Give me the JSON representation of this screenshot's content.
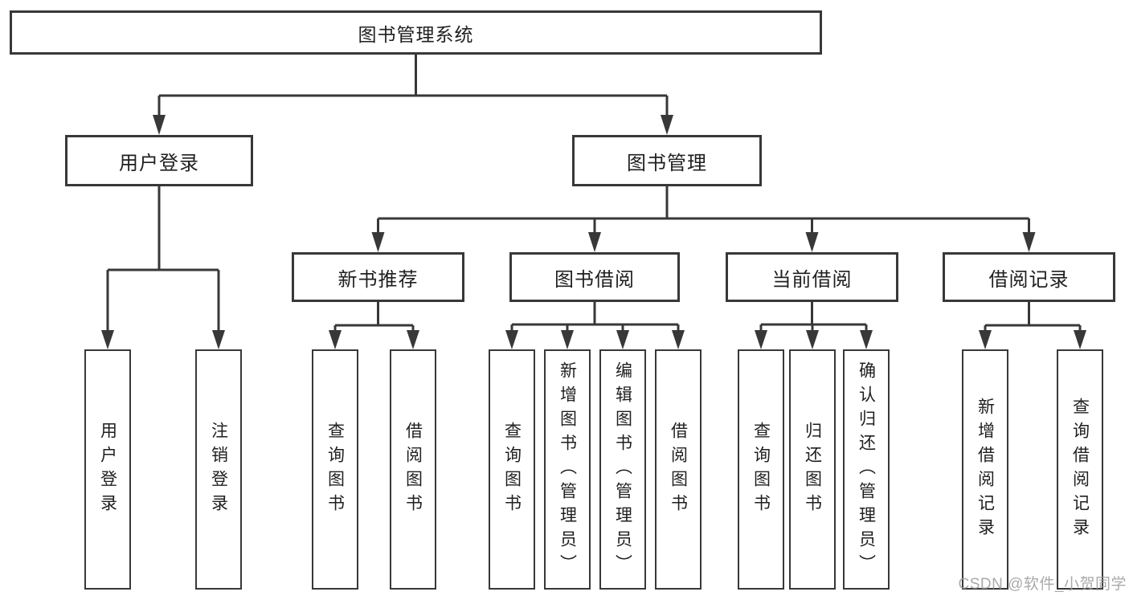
{
  "nodes": {
    "root": "图书管理系统",
    "level2": [
      "用户登录",
      "图书管理"
    ],
    "level3": [
      "新书推荐",
      "图书借阅",
      "当前借阅",
      "借阅记录"
    ],
    "leaves": {
      "user_login": [
        "用户登录",
        "注销登录"
      ],
      "new_book": [
        "查询图书",
        "借阅图书"
      ],
      "book_borrow": [
        "查询图书",
        "新增图书（管理员）",
        "编辑图书（管理员）",
        "借阅图书"
      ],
      "current_borrow": [
        "查询图书",
        "归还图书",
        "确认归还（管理员）"
      ],
      "borrow_records": [
        "新增借阅记录",
        "查询借阅记录"
      ]
    }
  },
  "watermark": "CSDN @软件_小贺同学",
  "colors": {
    "line": "#383838",
    "text": "#1f1f1f",
    "watermark": "#9b9b9b",
    "background": "#ffffff"
  }
}
